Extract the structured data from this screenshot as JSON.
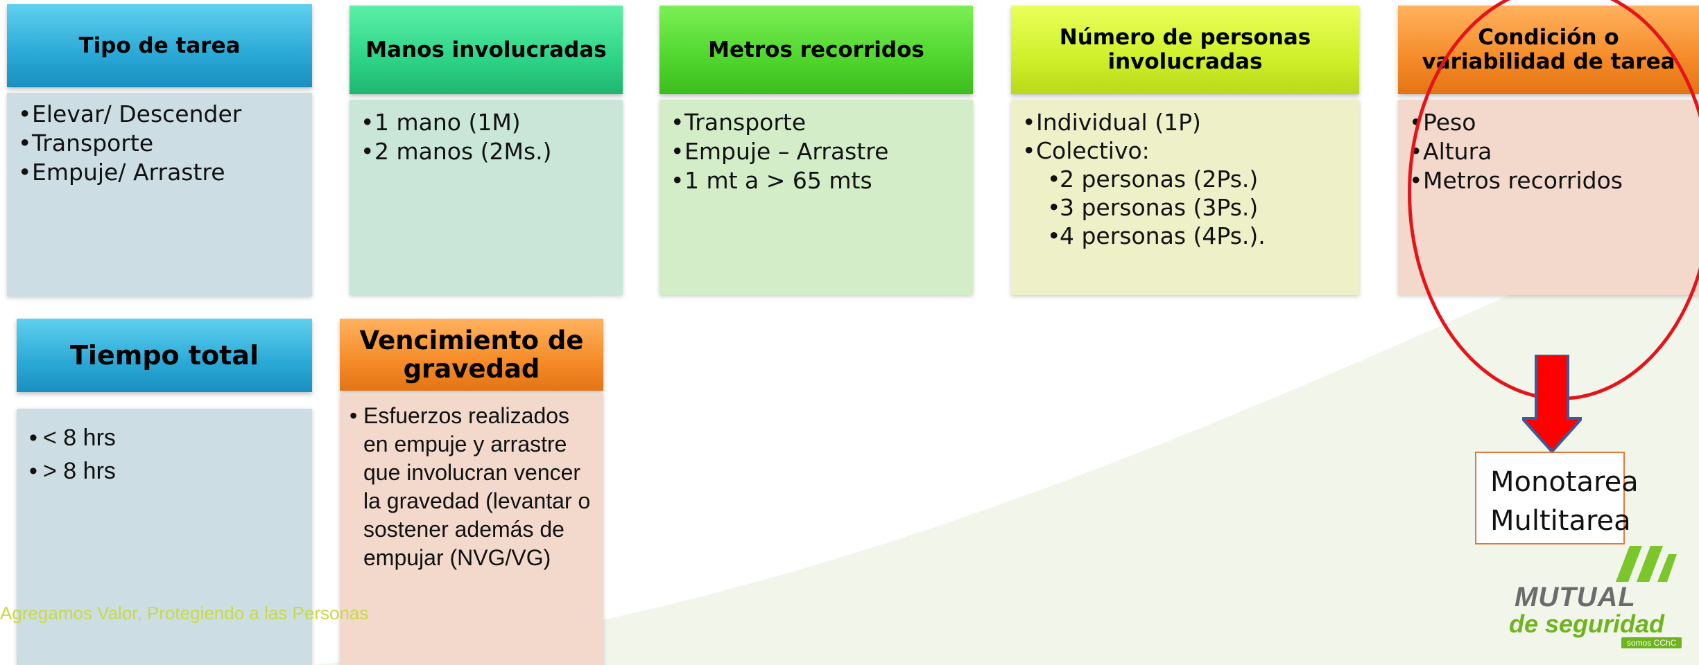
{
  "boxes": [
    {
      "header": "Tipo de tarea",
      "items": [
        "Elevar/ Descender",
        "Transporte",
        "Empuje/ Arrastre"
      ]
    },
    {
      "header": "Manos involucradas",
      "items": [
        "1 mano (1M)",
        "2 manos (2Ms.)"
      ]
    },
    {
      "header": "Metros recorridos",
      "items": [
        "Transporte",
        "Empuje – Arrastre",
        "1 mt a > 65 mts"
      ]
    },
    {
      "header": "Número de personas involucradas",
      "items": [
        "Individual (1P)",
        "Colectivo:"
      ],
      "subitems": [
        "2 personas (2Ps.)",
        "3 personas (3Ps.)",
        "4 personas (4Ps.)."
      ]
    },
    {
      "header": "Condición o variabilidad de tarea",
      "items": [
        "Peso",
        "Altura",
        "Metros recorridos"
      ]
    },
    {
      "header": "Tiempo total",
      "items": [
        "< 8 hrs",
        "> 8 hrs"
      ]
    },
    {
      "header": "Vencimiento de gravedad",
      "items": [
        "Esfuerzos realizados en empuje y arrastre que involucran vencer la gravedad (levantar o sostener además de empujar (NVG/VG)"
      ]
    }
  ],
  "result_box": {
    "line1": "Monotarea",
    "line2": "Multitarea"
  },
  "footer": "Agregamos Valor, Protegiendo a las Personas",
  "logo": {
    "line1": "MUTUAL",
    "line2": "de seguridad",
    "tag": "somos CChC"
  },
  "colors": {
    "blue": "#2aa9d6",
    "teal": "#2ed486",
    "green": "#4fd62e",
    "lime": "#cff02a",
    "orange": "#f58b28",
    "ellipse": "#e5141b",
    "arrow": "#ff0000"
  }
}
